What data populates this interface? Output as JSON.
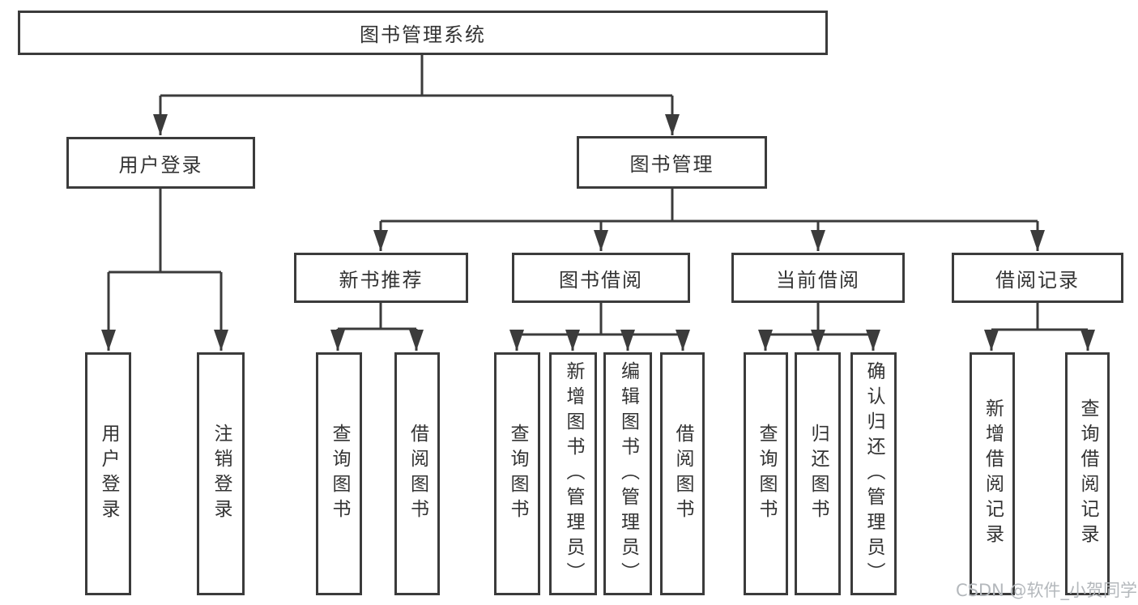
{
  "title": "图书管理系统",
  "watermark": "CSDN @软件_小贺同学",
  "colors": {
    "line": "#3b3b3b",
    "box_border": "#3b3b3b",
    "text": "#333333",
    "watermark": "#b4b8bc",
    "background": "#ffffff"
  },
  "tree": {
    "root": {
      "label": "图书管理系统",
      "children": [
        {
          "label": "用户登录",
          "children": [
            {
              "label": "用户登录"
            },
            {
              "label": "注销登录"
            }
          ]
        },
        {
          "label": "图书管理",
          "children": [
            {
              "label": "新书推荐",
              "children": [
                {
                  "label": "查询图书"
                },
                {
                  "label": "借阅图书"
                }
              ]
            },
            {
              "label": "图书借阅",
              "children": [
                {
                  "label": "查询图书"
                },
                {
                  "label": "新增图书（管理员）"
                },
                {
                  "label": "编辑图书（管理员）"
                },
                {
                  "label": "借阅图书"
                }
              ]
            },
            {
              "label": "当前借阅",
              "children": [
                {
                  "label": "查询图书"
                },
                {
                  "label": "归还图书"
                },
                {
                  "label": "确认归还（管理员）"
                }
              ]
            },
            {
              "label": "借阅记录",
              "children": [
                {
                  "label": "新增借阅记录"
                },
                {
                  "label": "查询借阅记录"
                }
              ]
            }
          ]
        }
      ]
    }
  }
}
